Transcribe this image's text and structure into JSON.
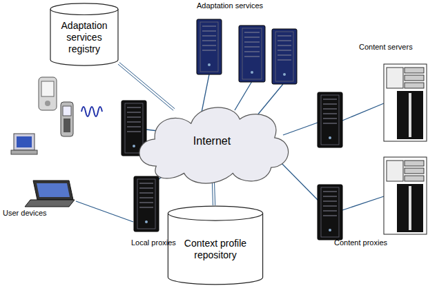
{
  "diagram": {
    "nodes": [
      {
        "text": [
          "Adaptation services registry"
        ]
      },
      {
        "text": [
          "Internet"
        ]
      },
      {
        "text": [
          "Context profile repository"
        ]
      }
    ],
    "edges": [
      {
        "from": 0,
        "to": 1,
        "arrow": "none"
      },
      {
        "from": 1,
        "to": 2,
        "arrow": "none"
      }
    ],
    "labels": [
      "Adaptation services",
      "Content servers",
      "Content proxies",
      "Local proxies",
      "User devices"
    ]
  }
}
